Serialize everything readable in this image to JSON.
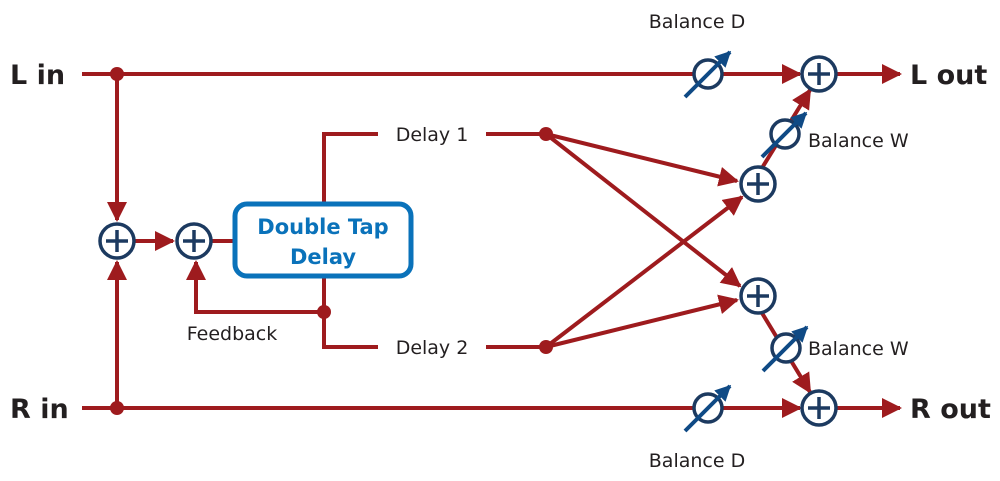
{
  "io": {
    "l_in": "L in",
    "r_in": "R in",
    "l_out": "L out",
    "r_out": "R out"
  },
  "block": {
    "line1": "Double Tap",
    "line2": "Delay"
  },
  "taps": {
    "delay1": "Delay 1",
    "delay2": "Delay 2"
  },
  "labels": {
    "feedback": "Feedback",
    "balance_d_top": "Balance D",
    "balance_d_bottom": "Balance D",
    "balance_w_top": "Balance W",
    "balance_w_bottom": "Balance W"
  },
  "colors": {
    "signal": "#9e1b1e",
    "node": "#1c3a60",
    "block_border": "#0a72ba",
    "block_text": "#0a72ba",
    "knob_arrow": "#0f4a85"
  }
}
